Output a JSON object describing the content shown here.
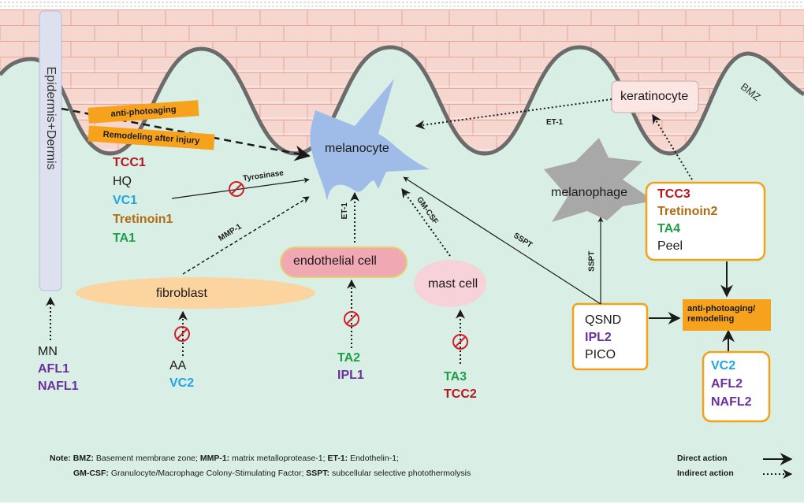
{
  "skin_layer": {
    "label": "Epidermis+Dermis",
    "bmz": "BMZ"
  },
  "cells": {
    "melanocyte": "melanocyte",
    "keratinocyte": "keratinocyte",
    "melanophage": "melanophage",
    "fibroblast": "fibroblast",
    "endothelial": "endothelial cell",
    "mast": "mast cell"
  },
  "orange_tags": {
    "anti_photoaging": "anti-photoaging",
    "remodeling": "Remodeling after injury",
    "outcome": "anti-photoaging/\nremodeling"
  },
  "arrow_labels": {
    "tyrosinase": "Tyrosinase",
    "mmp1": "MMP-1",
    "et1_endo": "ET-1",
    "gmcsf": "GM-CSF",
    "sspt_mela": "SSPT",
    "sspt_phage": "SSPT",
    "et1_kera": "ET-1"
  },
  "treatments": {
    "left_list": [
      "TCC1",
      "HQ",
      "VC1",
      "Tretinoin1",
      "TA1"
    ],
    "mn_list": [
      "MN",
      "AFL1",
      "NAFL1"
    ],
    "aa_list": [
      "AA",
      "VC2"
    ],
    "ta2_list": [
      "TA2",
      "IPL1"
    ],
    "ta3_list": [
      "TA3",
      "TCC2"
    ],
    "tcc3_box": [
      "TCC3",
      "Tretinoin2",
      "TA4",
      "Peel"
    ],
    "qsnd_box": [
      "QSND",
      "IPL2",
      "PICO"
    ],
    "vc2_box": [
      "VC2",
      "AFL2",
      "NAFL2"
    ]
  },
  "note": {
    "line1_prefix": "Note:",
    "line1": [
      {
        "abbr": "BMZ:",
        "text": " Basement membrane zone; "
      },
      {
        "abbr": "MMP-1:",
        "text": " matrix metalloprotease-1; "
      },
      {
        "abbr": "ET-1:",
        "text": " Endothelin-1;"
      }
    ],
    "line2": [
      {
        "abbr": "GM-CSF:",
        "text": " Granulocyte/Macrophage Colony-Stimulating Factor; "
      },
      {
        "abbr": "SSPT:",
        "text": " subcellular selective photothermolysis"
      }
    ]
  },
  "legend": {
    "direct": "Direct action",
    "indirect": "Indirect action"
  },
  "colors": {
    "dermis": "#d9efe6",
    "epidermis": "#f6d7d0",
    "brick_line": "#e7a69a",
    "orange": "#f6a21c",
    "box_border": "#f2a218",
    "red_text": "#b8141b",
    "cyan_text": "#1ea5e6",
    "brown_text": "#b26a12",
    "green_text": "#1e9e48",
    "purple_text": "#6d2f9e"
  }
}
